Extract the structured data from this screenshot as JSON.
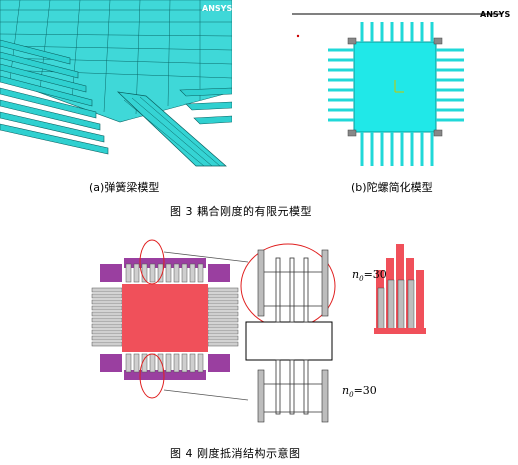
{
  "figure3": {
    "panel_a": {
      "caption": "(a)弹簧梁模型",
      "logo": "ANSYS"
    },
    "panel_b": {
      "caption": "(b)陀螺简化模型",
      "logo": "ANSYS"
    },
    "title": "图 3   耦合刚度的有限元模型"
  },
  "figure4": {
    "label_top": {
      "n": "n",
      "sub": "0",
      "value": "=30"
    },
    "label_bottom": {
      "n": "n",
      "sub": "0",
      "value": "=30"
    },
    "title": "图 4   刚度抵消结构示意图"
  },
  "colors": {
    "mesh_cyan": "#2fd6d6",
    "mass_red": "#f0505a",
    "anchor_purple": "#9a3fa0",
    "beam_gray": "#b5b5b5",
    "ellipse_red": "#e02020"
  }
}
